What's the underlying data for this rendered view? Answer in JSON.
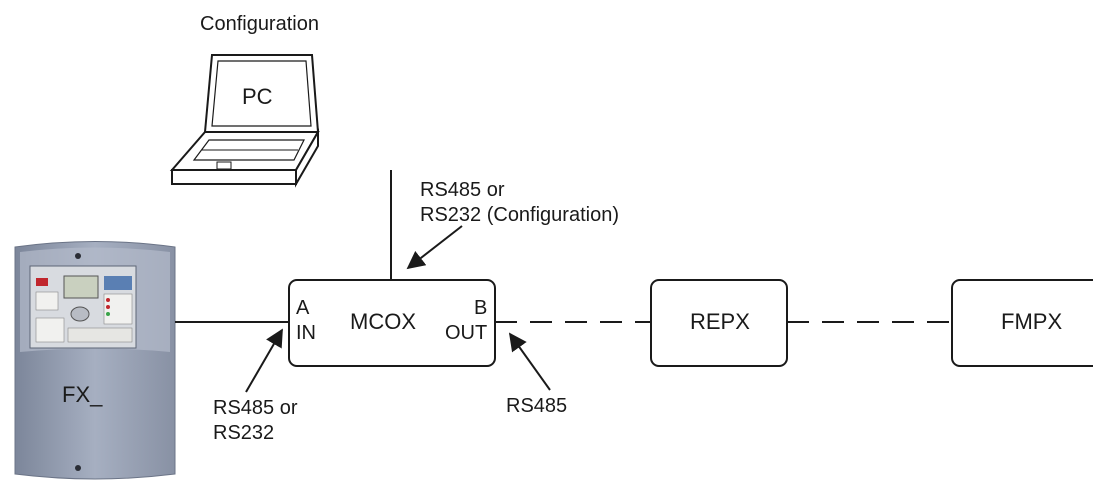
{
  "pc": {
    "caption": "Configuration",
    "label": "PC"
  },
  "panel": {
    "label": "FX_"
  },
  "mcox": {
    "label": "MCOX",
    "port_a_letter": "A",
    "port_a_dir": "IN",
    "port_b_letter": "B",
    "port_b_dir": "OUT"
  },
  "repx": {
    "label": "REPX"
  },
  "fmpx": {
    "label": "FMPX"
  },
  "annotations": {
    "config_link_line1": "RS485 or",
    "config_link_line2": "RS232 (Configuration)",
    "input_link_line1": "RS485 or",
    "input_link_line2": "RS232",
    "output_link": "RS485"
  },
  "colors": {
    "line": "#1a1a1a",
    "panel_body": "#8d97aa",
    "panel_front": "#aab3c4",
    "panel_display": "#c9d0bf"
  }
}
